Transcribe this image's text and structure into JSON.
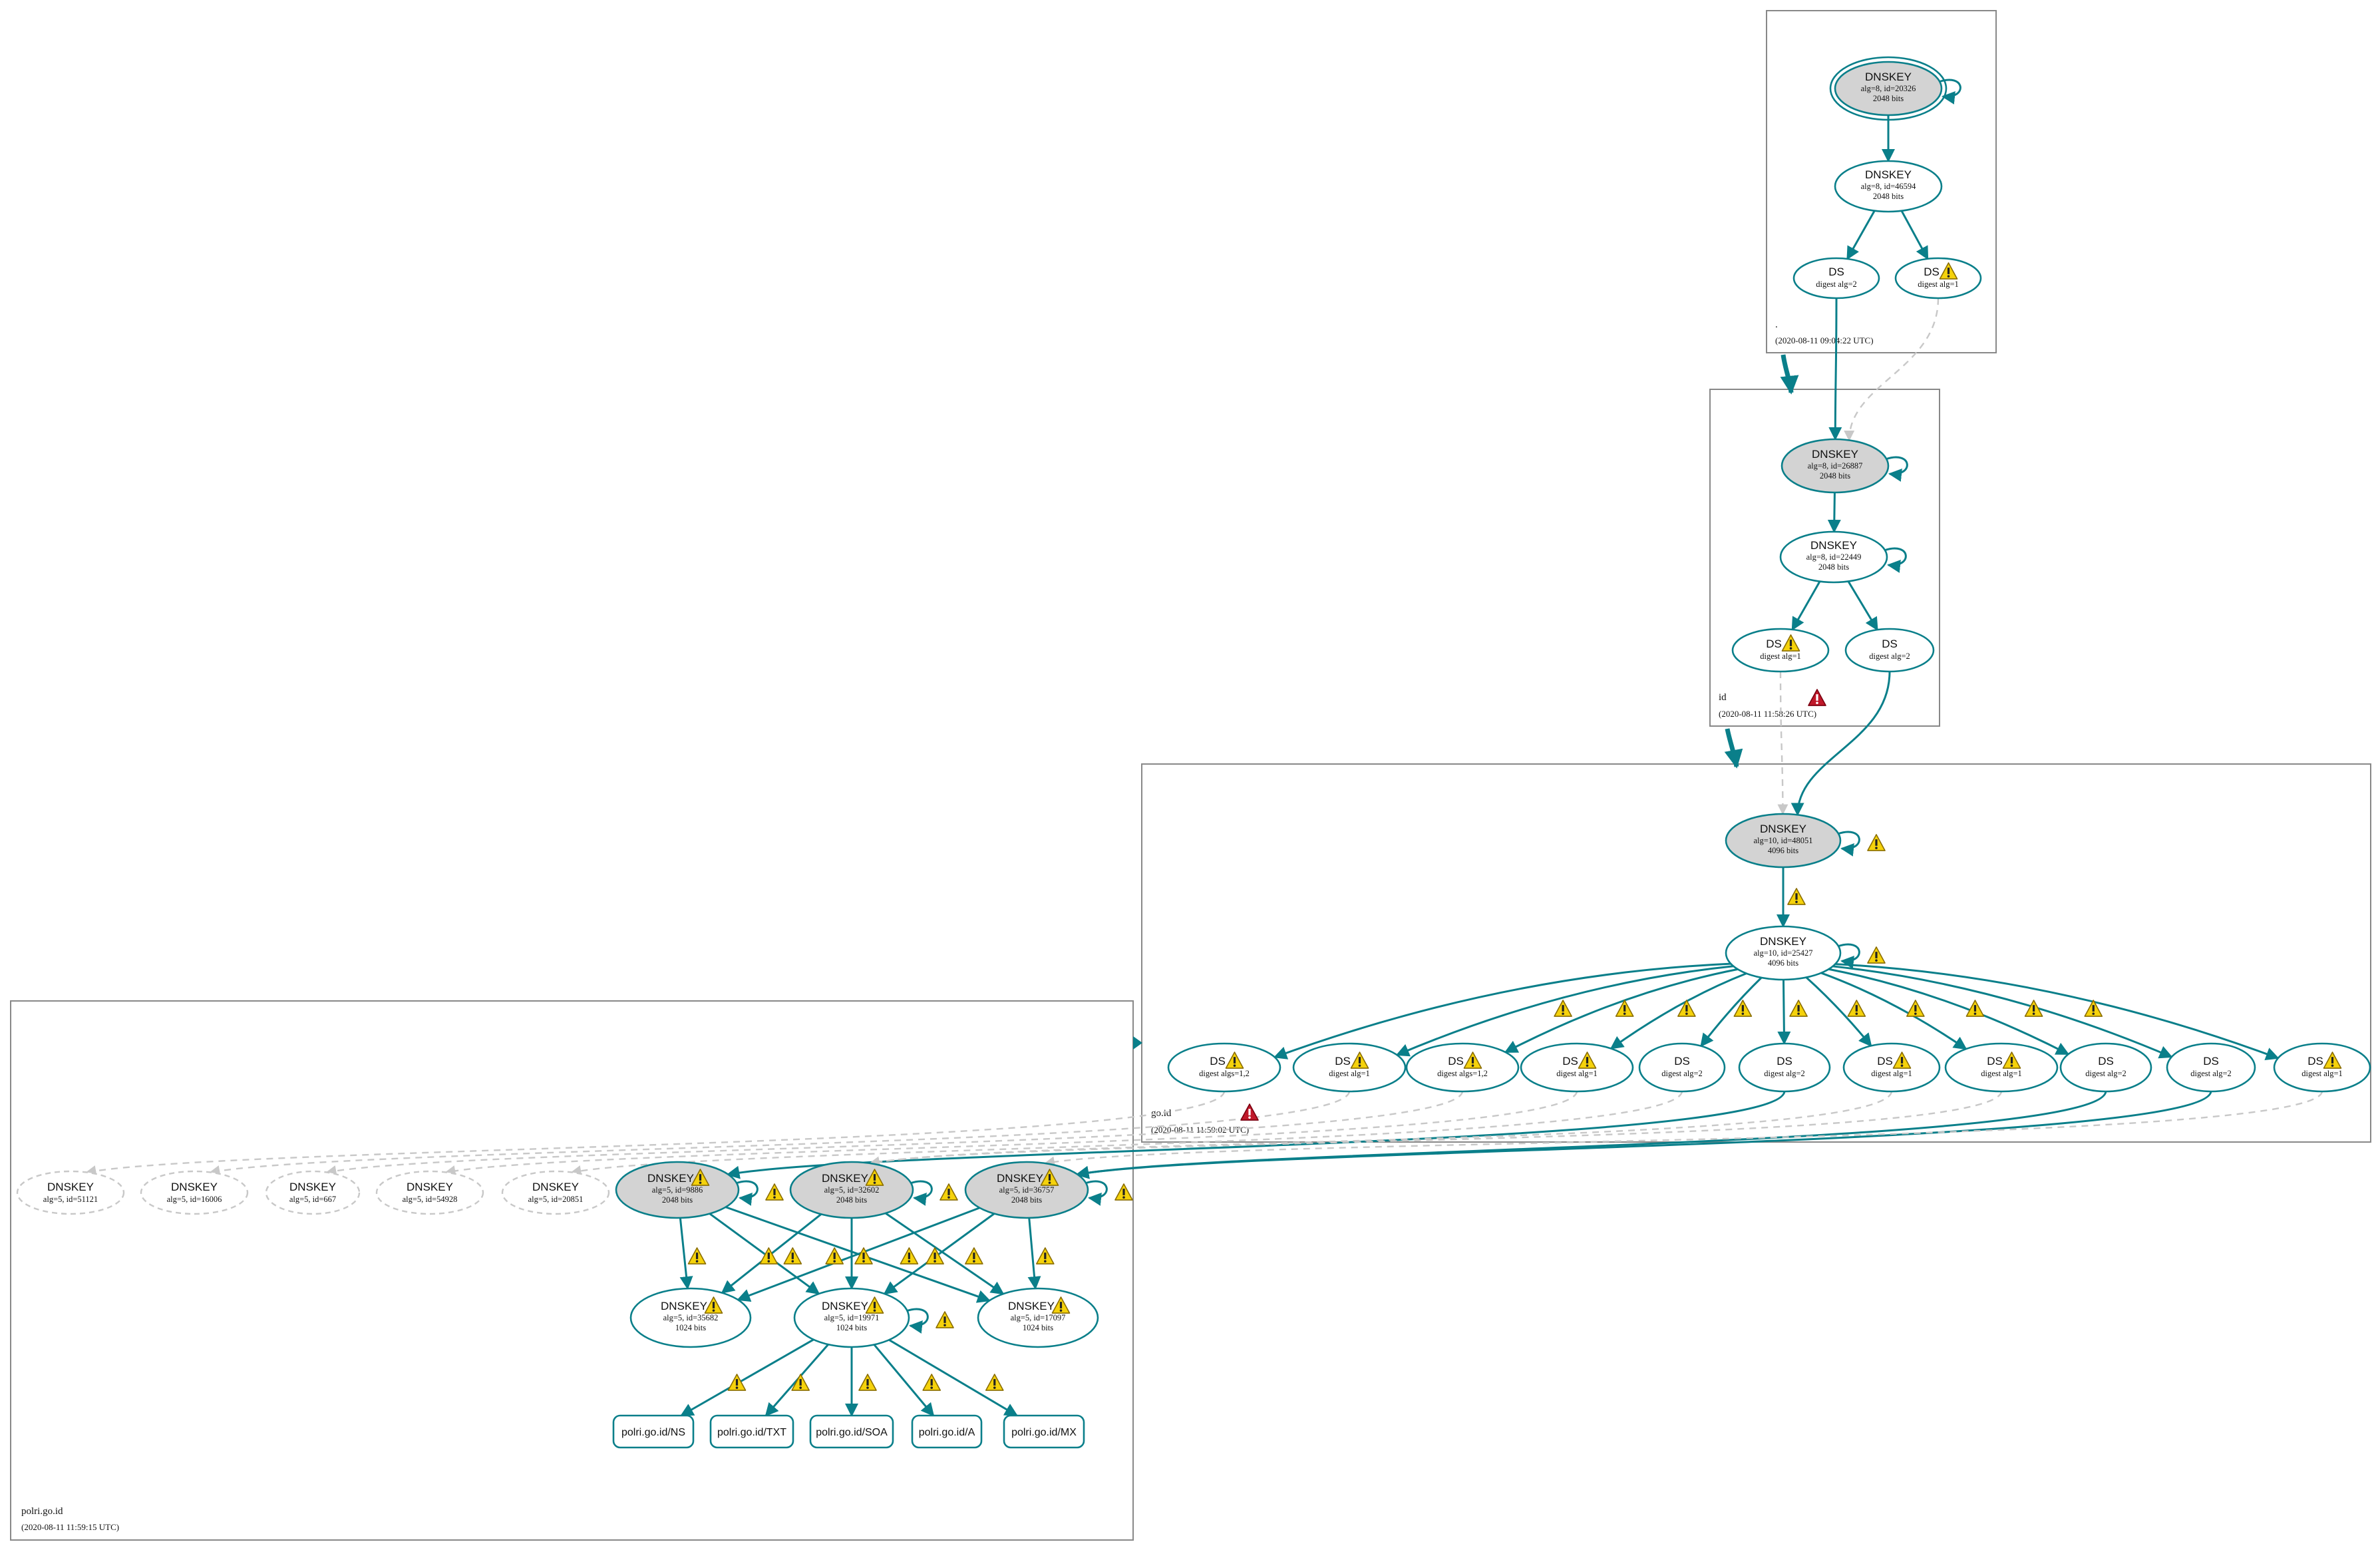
{
  "colors": {
    "edge": "#0a7f8a",
    "insecure_edge": "#c8c8c8",
    "cluster_border": "#888888",
    "ksk_fill": "#d3d3d3",
    "warning_fill": "#f5d20b",
    "error_fill": "#c0182a",
    "text": "#111111"
  },
  "zones": [
    {
      "id": "root",
      "name": ".",
      "timestamp": "(2020-08-11 09:04:22 UTC)"
    },
    {
      "id": "id",
      "name": "id",
      "timestamp": "(2020-08-11 11:58:26 UTC)"
    },
    {
      "id": "go",
      "name": "go.id",
      "timestamp": "(2020-08-11 11:59:02 UTC)"
    },
    {
      "id": "polri",
      "name": "polri.go.id",
      "timestamp": "(2020-08-11 11:59:15 UTC)"
    }
  ],
  "nodes": [
    {
      "id": "r_ksk",
      "zone": "root",
      "kind": "dnskey",
      "title": "DNSKEY",
      "line1": "alg=8, id=20326",
      "line2": "2048 bits",
      "ksk": true,
      "trust_anchor": true,
      "self_sig": true
    },
    {
      "id": "r_zsk",
      "zone": "root",
      "kind": "dnskey",
      "title": "DNSKEY",
      "line1": "alg=8, id=46594",
      "line2": "2048 bits"
    },
    {
      "id": "r_ds2",
      "zone": "root",
      "kind": "ds",
      "title": "DS",
      "line1": "digest alg=2"
    },
    {
      "id": "r_ds1",
      "zone": "root",
      "kind": "ds",
      "title": "DS",
      "line1": "digest alg=1",
      "warning": true
    },
    {
      "id": "i_ksk",
      "zone": "id",
      "kind": "dnskey",
      "title": "DNSKEY",
      "line1": "alg=8, id=26887",
      "line2": "2048 bits",
      "ksk": true,
      "self_sig": true
    },
    {
      "id": "i_zsk",
      "zone": "id",
      "kind": "dnskey",
      "title": "DNSKEY",
      "line1": "alg=8, id=22449",
      "line2": "2048 bits",
      "self_sig": true
    },
    {
      "id": "i_ds1",
      "zone": "id",
      "kind": "ds",
      "title": "DS",
      "line1": "digest alg=1",
      "warning": true
    },
    {
      "id": "i_ds2",
      "zone": "id",
      "kind": "ds",
      "title": "DS",
      "line1": "digest alg=2"
    },
    {
      "id": "g_ksk",
      "zone": "go",
      "kind": "dnskey",
      "title": "DNSKEY",
      "line1": "alg=10, id=48051",
      "line2": "4096 bits",
      "ksk": true,
      "self_sig": true,
      "self_warning": true
    },
    {
      "id": "g_zsk",
      "zone": "go",
      "kind": "dnskey",
      "title": "DNSKEY",
      "line1": "alg=10, id=25427",
      "line2": "4096 bits",
      "self_sig": true,
      "self_warning": true
    },
    {
      "id": "g_ds1",
      "zone": "go",
      "kind": "ds",
      "title": "DS",
      "line1": "digest algs=1,2",
      "warning": true
    },
    {
      "id": "g_ds2",
      "zone": "go",
      "kind": "ds",
      "title": "DS",
      "line1": "digest alg=1",
      "warning": true
    },
    {
      "id": "g_ds3",
      "zone": "go",
      "kind": "ds",
      "title": "DS",
      "line1": "digest algs=1,2",
      "warning": true
    },
    {
      "id": "g_ds4",
      "zone": "go",
      "kind": "ds",
      "title": "DS",
      "line1": "digest alg=1",
      "warning": true
    },
    {
      "id": "g_ds5",
      "zone": "go",
      "kind": "ds",
      "title": "DS",
      "line1": "digest alg=2"
    },
    {
      "id": "g_ds6",
      "zone": "go",
      "kind": "ds",
      "title": "DS",
      "line1": "digest alg=2"
    },
    {
      "id": "g_ds7",
      "zone": "go",
      "kind": "ds",
      "title": "DS",
      "line1": "digest alg=1",
      "warning": true
    },
    {
      "id": "g_ds8",
      "zone": "go",
      "kind": "ds",
      "title": "DS",
      "line1": "digest alg=1",
      "warning": true
    },
    {
      "id": "g_ds9",
      "zone": "go",
      "kind": "ds",
      "title": "DS",
      "line1": "digest alg=2"
    },
    {
      "id": "g_ds10",
      "zone": "go",
      "kind": "ds",
      "title": "DS",
      "line1": "digest alg=2"
    },
    {
      "id": "g_ds11",
      "zone": "go",
      "kind": "ds",
      "title": "DS",
      "line1": "digest alg=1",
      "warning": true
    },
    {
      "id": "p_dk1",
      "zone": "polri",
      "kind": "dnskey",
      "title": "DNSKEY",
      "line1": "alg=5, id=51121",
      "missing": true
    },
    {
      "id": "p_dk2",
      "zone": "polri",
      "kind": "dnskey",
      "title": "DNSKEY",
      "line1": "alg=5, id=16006",
      "missing": true
    },
    {
      "id": "p_dk3",
      "zone": "polri",
      "kind": "dnskey",
      "title": "DNSKEY",
      "line1": "alg=5, id=667",
      "missing": true
    },
    {
      "id": "p_dk4",
      "zone": "polri",
      "kind": "dnskey",
      "title": "DNSKEY",
      "line1": "alg=5, id=54928",
      "missing": true
    },
    {
      "id": "p_dk5",
      "zone": "polri",
      "kind": "dnskey",
      "title": "DNSKEY",
      "line1": "alg=5, id=20851",
      "missing": true
    },
    {
      "id": "p_k1",
      "zone": "polri",
      "kind": "dnskey",
      "title": "DNSKEY",
      "line1": "alg=5, id=9886",
      "line2": "2048 bits",
      "ksk": true,
      "warning": true,
      "self_sig": true,
      "self_warning": true
    },
    {
      "id": "p_k2",
      "zone": "polri",
      "kind": "dnskey",
      "title": "DNSKEY",
      "line1": "alg=5, id=32602",
      "line2": "2048 bits",
      "ksk": true,
      "warning": true,
      "self_sig": true,
      "self_warning": true
    },
    {
      "id": "p_k3",
      "zone": "polri",
      "kind": "dnskey",
      "title": "DNSKEY",
      "line1": "alg=5, id=36757",
      "line2": "2048 bits",
      "ksk": true,
      "warning": true,
      "self_sig": true,
      "self_warning": true
    },
    {
      "id": "p_z1",
      "zone": "polri",
      "kind": "dnskey",
      "title": "DNSKEY",
      "line1": "alg=5, id=35682",
      "line2": "1024 bits",
      "warning": true
    },
    {
      "id": "p_z2",
      "zone": "polri",
      "kind": "dnskey",
      "title": "DNSKEY",
      "line1": "alg=5, id=19971",
      "line2": "1024 bits",
      "warning": true,
      "self_sig": true,
      "self_warning": true
    },
    {
      "id": "p_z3",
      "zone": "polri",
      "kind": "dnskey",
      "title": "DNSKEY",
      "line1": "alg=5, id=17097",
      "line2": "1024 bits",
      "warning": true
    },
    {
      "id": "rr_ns",
      "zone": "polri",
      "kind": "rrset",
      "title": "polri.go.id/NS"
    },
    {
      "id": "rr_txt",
      "zone": "polri",
      "kind": "rrset",
      "title": "polri.go.id/TXT"
    },
    {
      "id": "rr_soa",
      "zone": "polri",
      "kind": "rrset",
      "title": "polri.go.id/SOA"
    },
    {
      "id": "rr_a",
      "zone": "polri",
      "kind": "rrset",
      "title": "polri.go.id/A"
    },
    {
      "id": "rr_mx",
      "zone": "polri",
      "kind": "rrset",
      "title": "polri.go.id/MX"
    }
  ],
  "edges": [
    {
      "from": "r_ksk",
      "to": "r_zsk",
      "style": "secure"
    },
    {
      "from": "r_zsk",
      "to": "r_ds2",
      "style": "secure"
    },
    {
      "from": "r_zsk",
      "to": "r_ds1",
      "style": "secure"
    },
    {
      "from": "r_ds2",
      "to": "i_ksk",
      "style": "secure"
    },
    {
      "from": "r_ds1",
      "to": "i_ksk",
      "style": "insecure"
    },
    {
      "from": "i_ksk",
      "to": "i_zsk",
      "style": "secure"
    },
    {
      "from": "i_zsk",
      "to": "i_ds1",
      "style": "secure"
    },
    {
      "from": "i_zsk",
      "to": "i_ds2",
      "style": "secure"
    },
    {
      "from": "i_ds1",
      "to": "g_ksk",
      "style": "insecure"
    },
    {
      "from": "i_ds2",
      "to": "g_ksk",
      "style": "secure"
    },
    {
      "from": "g_ksk",
      "to": "g_zsk",
      "style": "secure",
      "warning": true
    },
    {
      "from": "g_zsk",
      "to": "g_ds1",
      "style": "secure"
    },
    {
      "from": "g_zsk",
      "to": "g_ds2",
      "style": "secure",
      "warning": true
    },
    {
      "from": "g_zsk",
      "to": "g_ds3",
      "style": "secure",
      "warning": true
    },
    {
      "from": "g_zsk",
      "to": "g_ds4",
      "style": "secure",
      "warning": true
    },
    {
      "from": "g_zsk",
      "to": "g_ds5",
      "style": "secure",
      "warning": true
    },
    {
      "from": "g_zsk",
      "to": "g_ds6",
      "style": "secure",
      "warning": true
    },
    {
      "from": "g_zsk",
      "to": "g_ds7",
      "style": "secure",
      "warning": true
    },
    {
      "from": "g_zsk",
      "to": "g_ds8",
      "style": "secure",
      "warning": true
    },
    {
      "from": "g_zsk",
      "to": "g_ds9",
      "style": "secure",
      "warning": true
    },
    {
      "from": "g_zsk",
      "to": "g_ds10",
      "style": "secure",
      "warning": true
    },
    {
      "from": "g_zsk",
      "to": "g_ds11",
      "style": "secure",
      "warning": true
    },
    {
      "from": "g_ds1",
      "to": "p_dk1",
      "style": "insecure"
    },
    {
      "from": "g_ds2",
      "to": "p_dk2",
      "style": "insecure"
    },
    {
      "from": "g_ds3",
      "to": "p_dk3",
      "style": "insecure"
    },
    {
      "from": "g_ds4",
      "to": "p_dk4",
      "style": "insecure"
    },
    {
      "from": "g_ds5",
      "to": "p_dk5",
      "style": "insecure"
    },
    {
      "from": "g_ds6",
      "to": "p_k1",
      "style": "secure"
    },
    {
      "from": "g_ds7",
      "to": "p_k2",
      "style": "insecure"
    },
    {
      "from": "g_ds8",
      "to": "p_k2",
      "style": "insecure"
    },
    {
      "from": "g_ds9",
      "to": "p_k3",
      "style": "secure"
    },
    {
      "from": "g_ds10",
      "to": "p_k3",
      "style": "secure"
    },
    {
      "from": "g_ds11",
      "to": "p_k3",
      "style": "insecure"
    },
    {
      "from": "p_k1",
      "to": "p_z1",
      "style": "secure",
      "warning": true
    },
    {
      "from": "p_k1",
      "to": "p_z2",
      "style": "secure",
      "warning": true
    },
    {
      "from": "p_k1",
      "to": "p_z3",
      "style": "secure",
      "warning": true
    },
    {
      "from": "p_k2",
      "to": "p_z1",
      "style": "secure",
      "warning": true
    },
    {
      "from": "p_k2",
      "to": "p_z2",
      "style": "secure",
      "warning": true
    },
    {
      "from": "p_k2",
      "to": "p_z3",
      "style": "secure",
      "warning": true
    },
    {
      "from": "p_k3",
      "to": "p_z1",
      "style": "secure",
      "warning": true
    },
    {
      "from": "p_k3",
      "to": "p_z2",
      "style": "secure",
      "warning": true
    },
    {
      "from": "p_k3",
      "to": "p_z3",
      "style": "secure",
      "warning": true
    },
    {
      "from": "p_z2",
      "to": "rr_ns",
      "style": "secure",
      "warning": true
    },
    {
      "from": "p_z2",
      "to": "rr_txt",
      "style": "secure",
      "warning": true
    },
    {
      "from": "p_z2",
      "to": "rr_soa",
      "style": "secure",
      "warning": true
    },
    {
      "from": "p_z2",
      "to": "rr_a",
      "style": "secure",
      "warning": true
    },
    {
      "from": "p_z2",
      "to": "rr_mx",
      "style": "secure",
      "warning": true
    }
  ],
  "delegations": [
    {
      "from": "root",
      "to": "id"
    },
    {
      "from": "id",
      "to": "go"
    },
    {
      "from": "go",
      "to": "polri"
    }
  ],
  "error_icons": [
    {
      "zone": "id"
    },
    {
      "zone": "go"
    }
  ]
}
